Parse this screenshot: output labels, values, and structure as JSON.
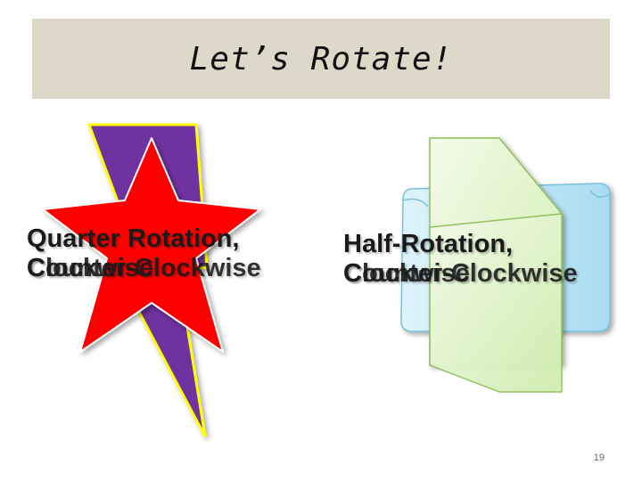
{
  "title": "Let’s Rotate!",
  "left_caption": {
    "line1": "Quarter Rotation,",
    "line2a": "Clockwise",
    "line2b": "Counter-Clockwise"
  },
  "right_caption": {
    "line1": "Half-Rotation,",
    "line2a": "Clockwise",
    "line2b": "Counter-Clockwise"
  },
  "page_number": "19",
  "colors": {
    "title_bg": "#ddd8c7",
    "bolt": "#7030a0",
    "bolt_outline": "#ffff00",
    "star": "#ff0000",
    "scroll": "#c6e9f7",
    "pentagon": "#e2f5c9"
  }
}
